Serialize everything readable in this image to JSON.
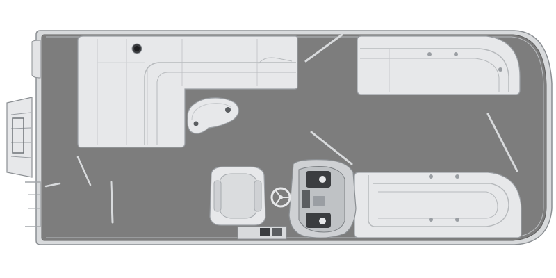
{
  "diagram": {
    "kind": "pontoon boat floor plan",
    "view": "top-down",
    "colors": {
      "background": "#ffffff",
      "deck": "#7d7d7d",
      "deck_edge": "#5e5e5e",
      "hull_rim": "#c9cbcd",
      "hull_outline": "#8b8f93",
      "upholstery": "#e7e8ea",
      "upholstery_dark": "#cfd1d4",
      "upholstery_outline": "#9a9ea3",
      "rail": "#d8dadc",
      "console": "#bfc2c5",
      "console_dark": "#3b3d40"
    },
    "components": [
      {
        "name": "bow-rear-lounge-l",
        "kind": "l-shaped lounge seat"
      },
      {
        "name": "cup-holder-icon",
        "kind": "drink holder"
      },
      {
        "name": "pedestal-table",
        "kind": "kidney table"
      },
      {
        "name": "front-right-lounge",
        "kind": "curved lounge seat"
      },
      {
        "name": "helm-console",
        "kind": "steering console"
      },
      {
        "name": "steering-wheel-icon",
        "kind": "steering wheel"
      },
      {
        "name": "captain-chair",
        "kind": "captain chair"
      },
      {
        "name": "helm-side-lounge",
        "kind": "long lounge seat"
      },
      {
        "name": "stern-ladder",
        "kind": "boarding ladder"
      },
      {
        "name": "rear-deck-step",
        "kind": "step"
      },
      {
        "name": "gate-rails",
        "kind": "gate rails"
      }
    ]
  }
}
